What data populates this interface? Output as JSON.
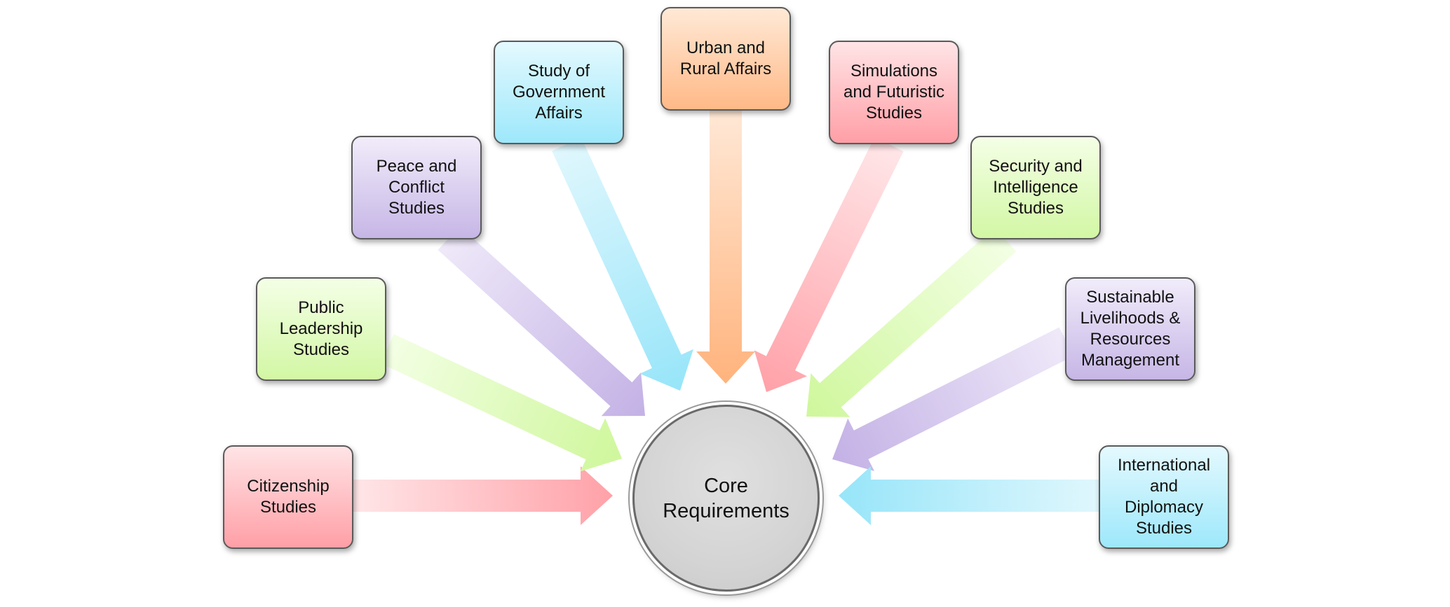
{
  "center": {
    "label": "Core\nRequirements"
  },
  "nodes": [
    {
      "id": "citizenship",
      "label": "Citizenship\nStudies",
      "color": "pink"
    },
    {
      "id": "public-leadership",
      "label": "Public\nLeadership\nStudies",
      "color": "green"
    },
    {
      "id": "peace-conflict",
      "label": "Peace and\nConflict\nStudies",
      "color": "purple"
    },
    {
      "id": "government-affairs",
      "label": "Study of\nGovernment\nAffairs",
      "color": "blue"
    },
    {
      "id": "urban-rural",
      "label": "Urban and\nRural Affairs",
      "color": "orange"
    },
    {
      "id": "simulations-futuristic",
      "label": "Simulations\nand Futuristic\nStudies",
      "color": "pink"
    },
    {
      "id": "security-intelligence",
      "label": "Security and\nIntelligence\nStudies",
      "color": "green"
    },
    {
      "id": "sustainable-livelihoods",
      "label": "Sustainable\nLivelihoods &\nResources\nManagement",
      "color": "purple"
    },
    {
      "id": "international-diplomacy",
      "label": "International\nand Diplomacy\nStudies",
      "color": "blue"
    }
  ],
  "palette": {
    "pink": {
      "light": "#ffe4e6",
      "dark": "#ff9fa6",
      "arrow_light": "#ffe6e8",
      "arrow_dark": "#ffa1a8"
    },
    "green": {
      "light": "#f4ffe6",
      "dark": "#d2f7a4",
      "arrow_light": "#f3ffe4",
      "arrow_dark": "#cff79c"
    },
    "purple": {
      "light": "#f1ecfa",
      "dark": "#c6b6e6",
      "arrow_light": "#efe9f9",
      "arrow_dark": "#c3b1e5"
    },
    "blue": {
      "light": "#e4f9fe",
      "dark": "#9de8fb",
      "arrow_light": "#e0f7fd",
      "arrow_dark": "#97e5f9"
    },
    "orange": {
      "light": "#ffe9d6",
      "dark": "#ffb987",
      "arrow_light": "#ffe8d6",
      "arrow_dark": "#ffb37c"
    }
  }
}
